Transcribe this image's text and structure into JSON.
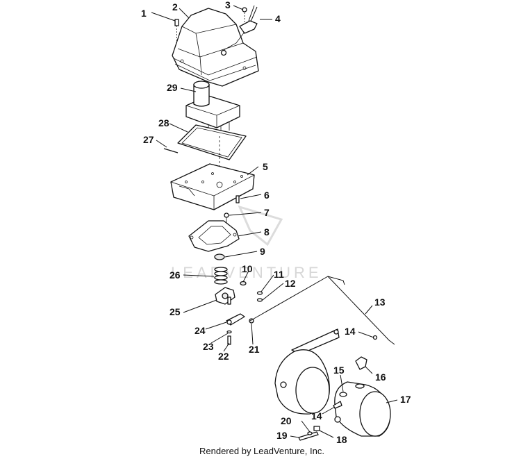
{
  "diagram": {
    "callouts": [
      "1",
      "2",
      "3",
      "4",
      "5",
      "6",
      "7",
      "8",
      "9",
      "10",
      "11",
      "12",
      "13",
      "14",
      "15",
      "16",
      "17",
      "18",
      "19",
      "20",
      "21",
      "22",
      "23",
      "24",
      "25",
      "26",
      "27",
      "28",
      "29"
    ],
    "second_14": "14",
    "watermark": "LEADVENTURE",
    "credit": "Rendered by LeadVenture, Inc."
  }
}
